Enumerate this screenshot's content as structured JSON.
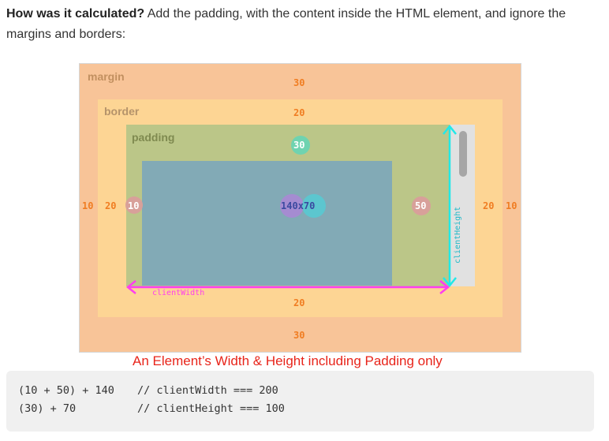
{
  "intro": {
    "bold": "How was it calculated?",
    "text": " Add the padding, with the content inside the HTML element, and ignore the margins and borders:"
  },
  "diagram": {
    "labels": {
      "margin": "margin",
      "border": "border",
      "padding": "padding"
    },
    "margin": {
      "top": "30",
      "bottom": "30",
      "left": "10",
      "right": "10"
    },
    "border": {
      "top": "20",
      "bottom": "20",
      "left": "20",
      "right": "20"
    },
    "padding": {
      "top": "30",
      "left": "10",
      "right": "50"
    },
    "content": {
      "width": "140",
      "x": "x",
      "height": "70"
    },
    "client_width_label": "clientWidth",
    "client_height_label": "clientHeight",
    "caption": "An Element’s Width & Height including Padding only",
    "colors": {
      "margin": "#f8c498",
      "border": "#fdd594",
      "padding": "#bbc688",
      "content": "#82aab6",
      "scrollbar": "#e1e1e1",
      "client_width_arrow": "#ff3df0",
      "client_height_arrow": "#22e8e8",
      "caption": "#e8241a",
      "number": "#f07d22"
    }
  },
  "code": {
    "line1_left": "(10 + 50) + 140",
    "line1_right": "// clientWidth === 200",
    "line2_left": "(30) + 70",
    "line2_right": "// clientHeight === 100"
  }
}
